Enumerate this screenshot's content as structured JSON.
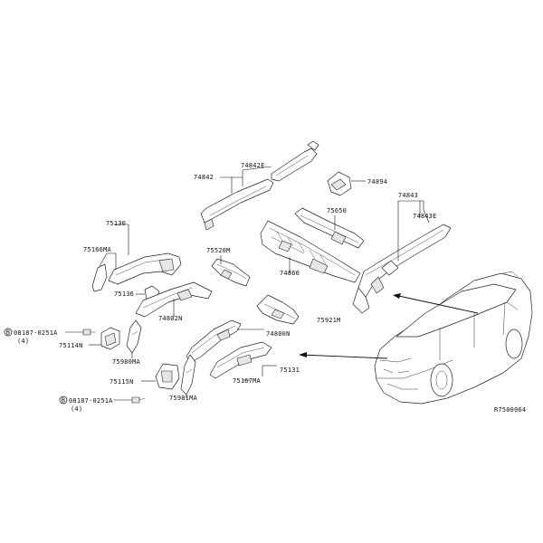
{
  "labels": {
    "p74842": "74842",
    "p74842e": "74842E",
    "p74894": "74894",
    "p74843": "74843",
    "p74843e": "74843E",
    "p75650": "75650",
    "p75130": "75130",
    "p75166ma": "75166MA",
    "p75520m": "75520M",
    "p74860": "74860",
    "p75136": "75136",
    "p74802n": "74802N",
    "p75921m": "75921M",
    "bolt_top": "08187-0251A",
    "bolt_top_qty": "(4)",
    "p75114n": "75114N",
    "p75980ma": "75980MA",
    "p74800n": "74800N",
    "p75131": "75131",
    "p75167ma": "75167MA",
    "p75115n": "75115N",
    "p75981ma": "75981MA",
    "bolt_bot": "08187-0251A",
    "bolt_bot_qty": "(4)",
    "diagram_code": "R7500064"
  },
  "icons": {
    "bolt_marker_top": "circled-b-marker-icon",
    "bolt_marker_bot": "circled-b-marker-icon",
    "bolt_marker_letter": "B"
  }
}
